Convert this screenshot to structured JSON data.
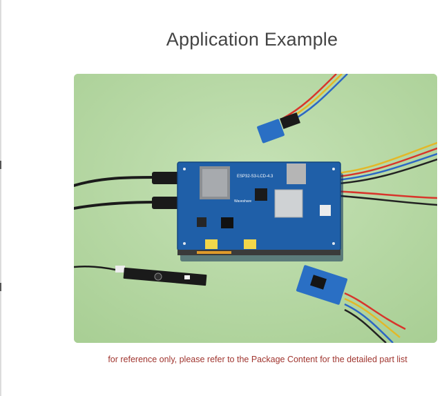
{
  "page": {
    "title": "Application Example",
    "caption": "for reference only, please refer to the Package Content for the detailed part list"
  },
  "photo": {
    "board_label": "ESP32-S3-LCD-4.3",
    "brand_label": "Waveshare",
    "colors": {
      "background": "#b9d9a7",
      "board": "#1f5fa8",
      "wire_red": "#d8352b",
      "wire_yellow": "#e3b828",
      "wire_blue": "#2c67c4",
      "wire_black": "#222222",
      "caption": "#a0352f"
    }
  }
}
